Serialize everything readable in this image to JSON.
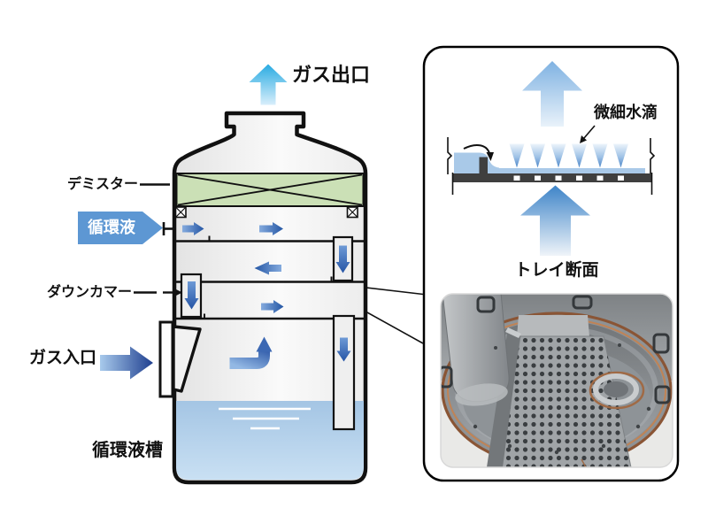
{
  "scrubber": {
    "labels": {
      "gas_outlet": "ガス出口",
      "demister": "デミスター",
      "circulating_liquid": "循環液",
      "downcomer": "ダウンカマー",
      "gas_inlet": "ガス入口",
      "circulating_liquid_tank": "循環液槽"
    }
  },
  "detail_panel": {
    "labels": {
      "fine_water_droplets": "微細水滴",
      "tray_cross_section": "トレイ断面"
    }
  },
  "colors": {
    "gas_outlet_arrow": "#29ABE2",
    "gas_inlet_arrow_dark": "#1F3F8F",
    "flow_arrow_dark": "#2456A4",
    "flow_arrow_light": "#7FA6DC",
    "demister_green": "#CBE0B6",
    "liquid_blue": "#A9C9E8",
    "label_tag_blue": "#5D97D3",
    "tray_bar_dark": "#3F3F3F",
    "copper_ring": "#9C613F"
  }
}
